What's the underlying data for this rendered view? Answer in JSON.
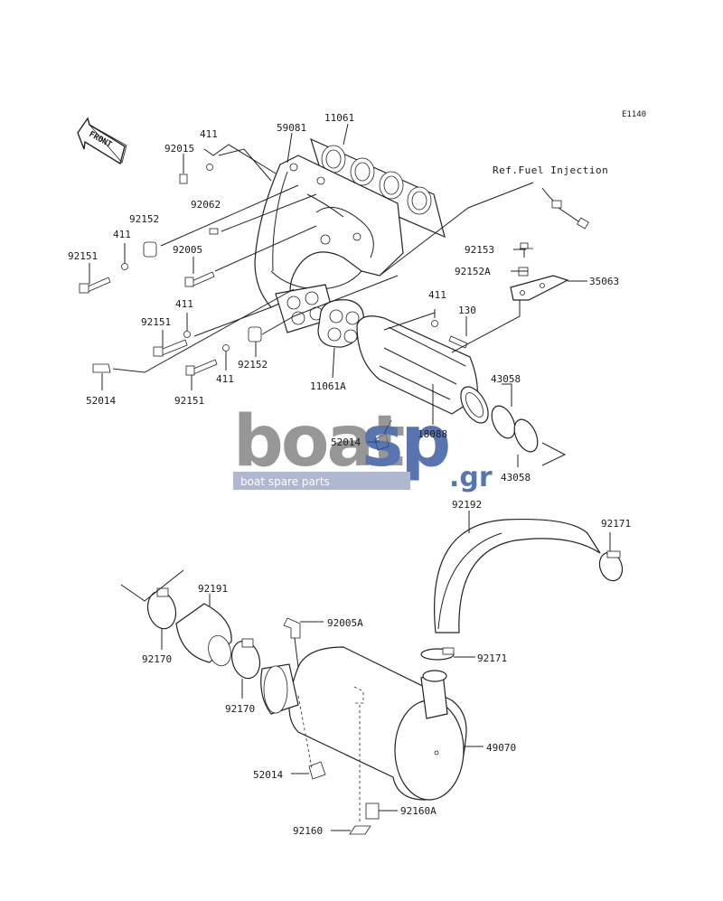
{
  "diagram_code": "E1140",
  "front_marker": "FRONT",
  "reference_note": "Ref.Fuel Injection",
  "parts": {
    "p11061": "11061",
    "p59081": "59081",
    "p411_top": "411",
    "p92015": "92015",
    "p92062": "92062",
    "p92152_left": "92152",
    "p411_left": "411",
    "p92151_left": "92151",
    "p92005": "92005",
    "p411_mid": "411",
    "p92151_mid": "92151",
    "p52014_left": "52014",
    "p411_low": "411",
    "p92152_low": "92152",
    "p92151_low": "92151",
    "p11061A": "11061A",
    "p92153": "92153",
    "p92152A": "92152A",
    "p35063": "35063",
    "p411_right": "411",
    "p130": "130",
    "p43058_top": "43058",
    "p18088": "18088",
    "p52014_mid": "52014",
    "p43058_low": "43058",
    "p92192": "92192",
    "p92171_top": "92171",
    "p92191": "92191",
    "p92005A": "92005A",
    "p92171_low": "92171",
    "p92170_left": "92170",
    "p92170_mid": "92170",
    "p49070": "49070",
    "p52014_low": "52014",
    "p92160A": "92160A",
    "p92160": "92160"
  },
  "watermark": {
    "word_a": "boat",
    "word_b": "sp",
    "suffix": ".gr",
    "tagline": "boat spare parts",
    "color_a": "#7a7a7a",
    "color_b": "#2b4f9a"
  }
}
